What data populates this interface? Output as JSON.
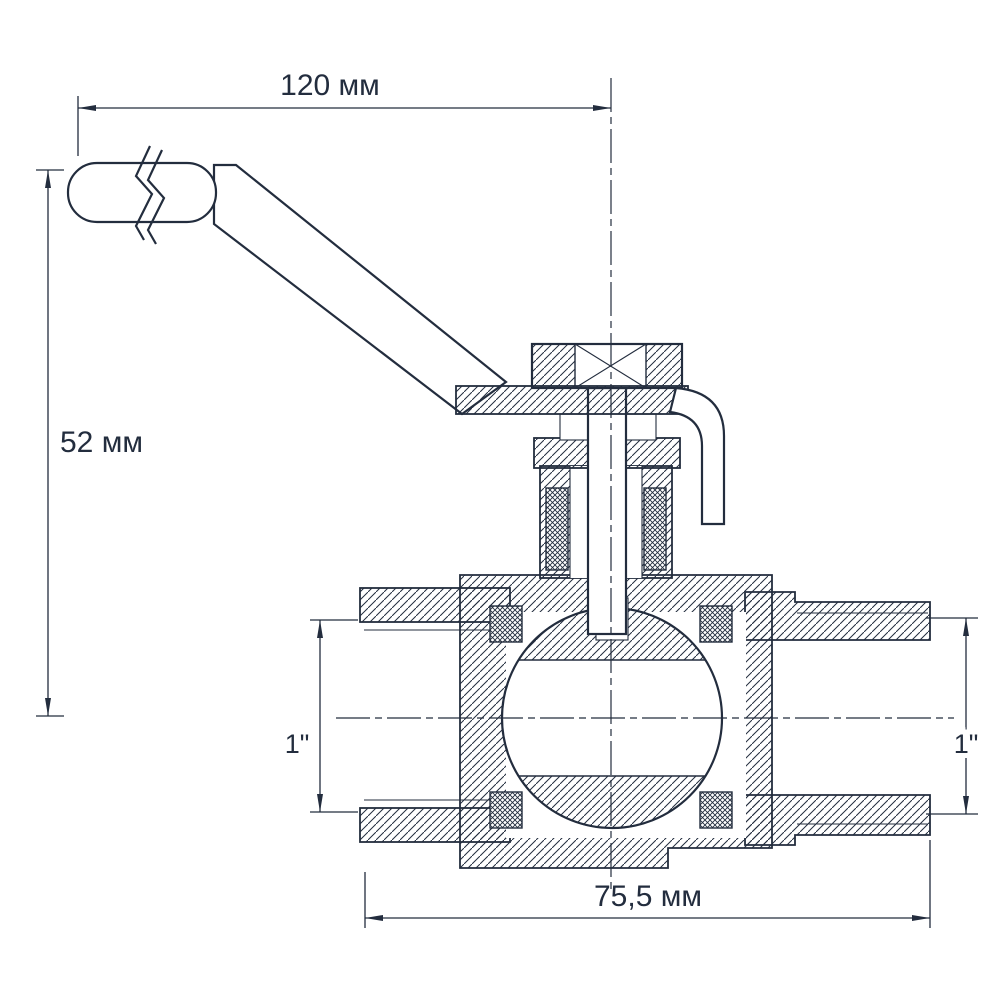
{
  "drawing": {
    "background": "#ffffff",
    "line_color": "#232d3e",
    "dimensions": {
      "handle_length": "120 мм",
      "height": "52 мм",
      "inlet": "1\"",
      "outlet": "1\"",
      "body_length": "75,5 мм"
    }
  }
}
